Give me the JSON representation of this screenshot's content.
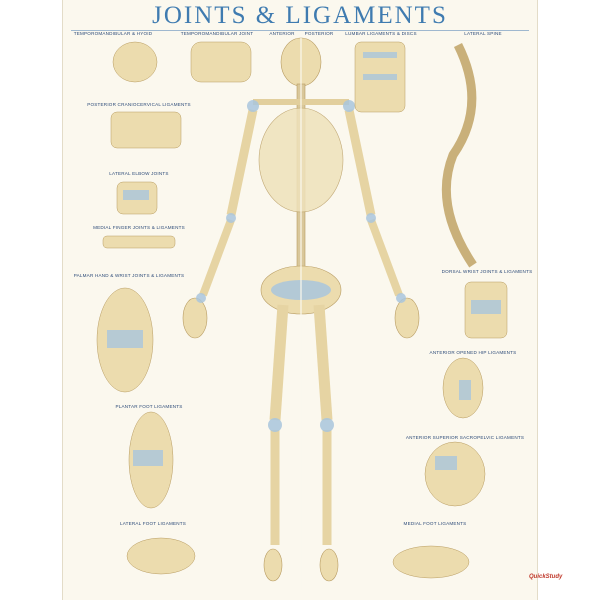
{
  "title": "JOINTS & LIGAMENTS",
  "sections": {
    "tmj_hyoid": "TEMPOROMANDIBULAR & HYOID",
    "tmj": "TEMPOROMANDIBULAR JOINT",
    "anterior": "ANTERIOR",
    "posterior": "POSTERIOR",
    "lumbar": "LUMBAR LIGAMENTS & DISCS",
    "lateral_spine": "LATERAL SPINE",
    "craniocervical": "POSTERIOR CRANIOCERVICAL LIGAMENTS",
    "elbow": "LATERAL ELBOW JOINTS",
    "finger": "MEDIAL FINGER JOINTS & LIGAMENTS",
    "palmar_hand": "PALMAR HAND & WRIST JOINTS & LIGAMENTS",
    "plantar_foot": "PLANTAR FOOT LIGAMENTS",
    "lateral_foot": "LATERAL FOOT LIGAMENTS",
    "dorsal_wrist": "DORSAL WRIST JOINTS & LIGAMENTS",
    "hip": "ANTERIOR OPENED HIP LIGAMENTS",
    "sacropelvic": "ANTERIOR SUPERIOR SACROPELVIC LIGAMENTS",
    "medial_foot": "MEDIAL FOOT LIGAMENTS"
  },
  "logo": "QuickStudy",
  "colors": {
    "title": "#3f7bb0",
    "bone": "#ecdcae",
    "ligament": "#a9c6dd",
    "background": "#fbf8ee"
  }
}
